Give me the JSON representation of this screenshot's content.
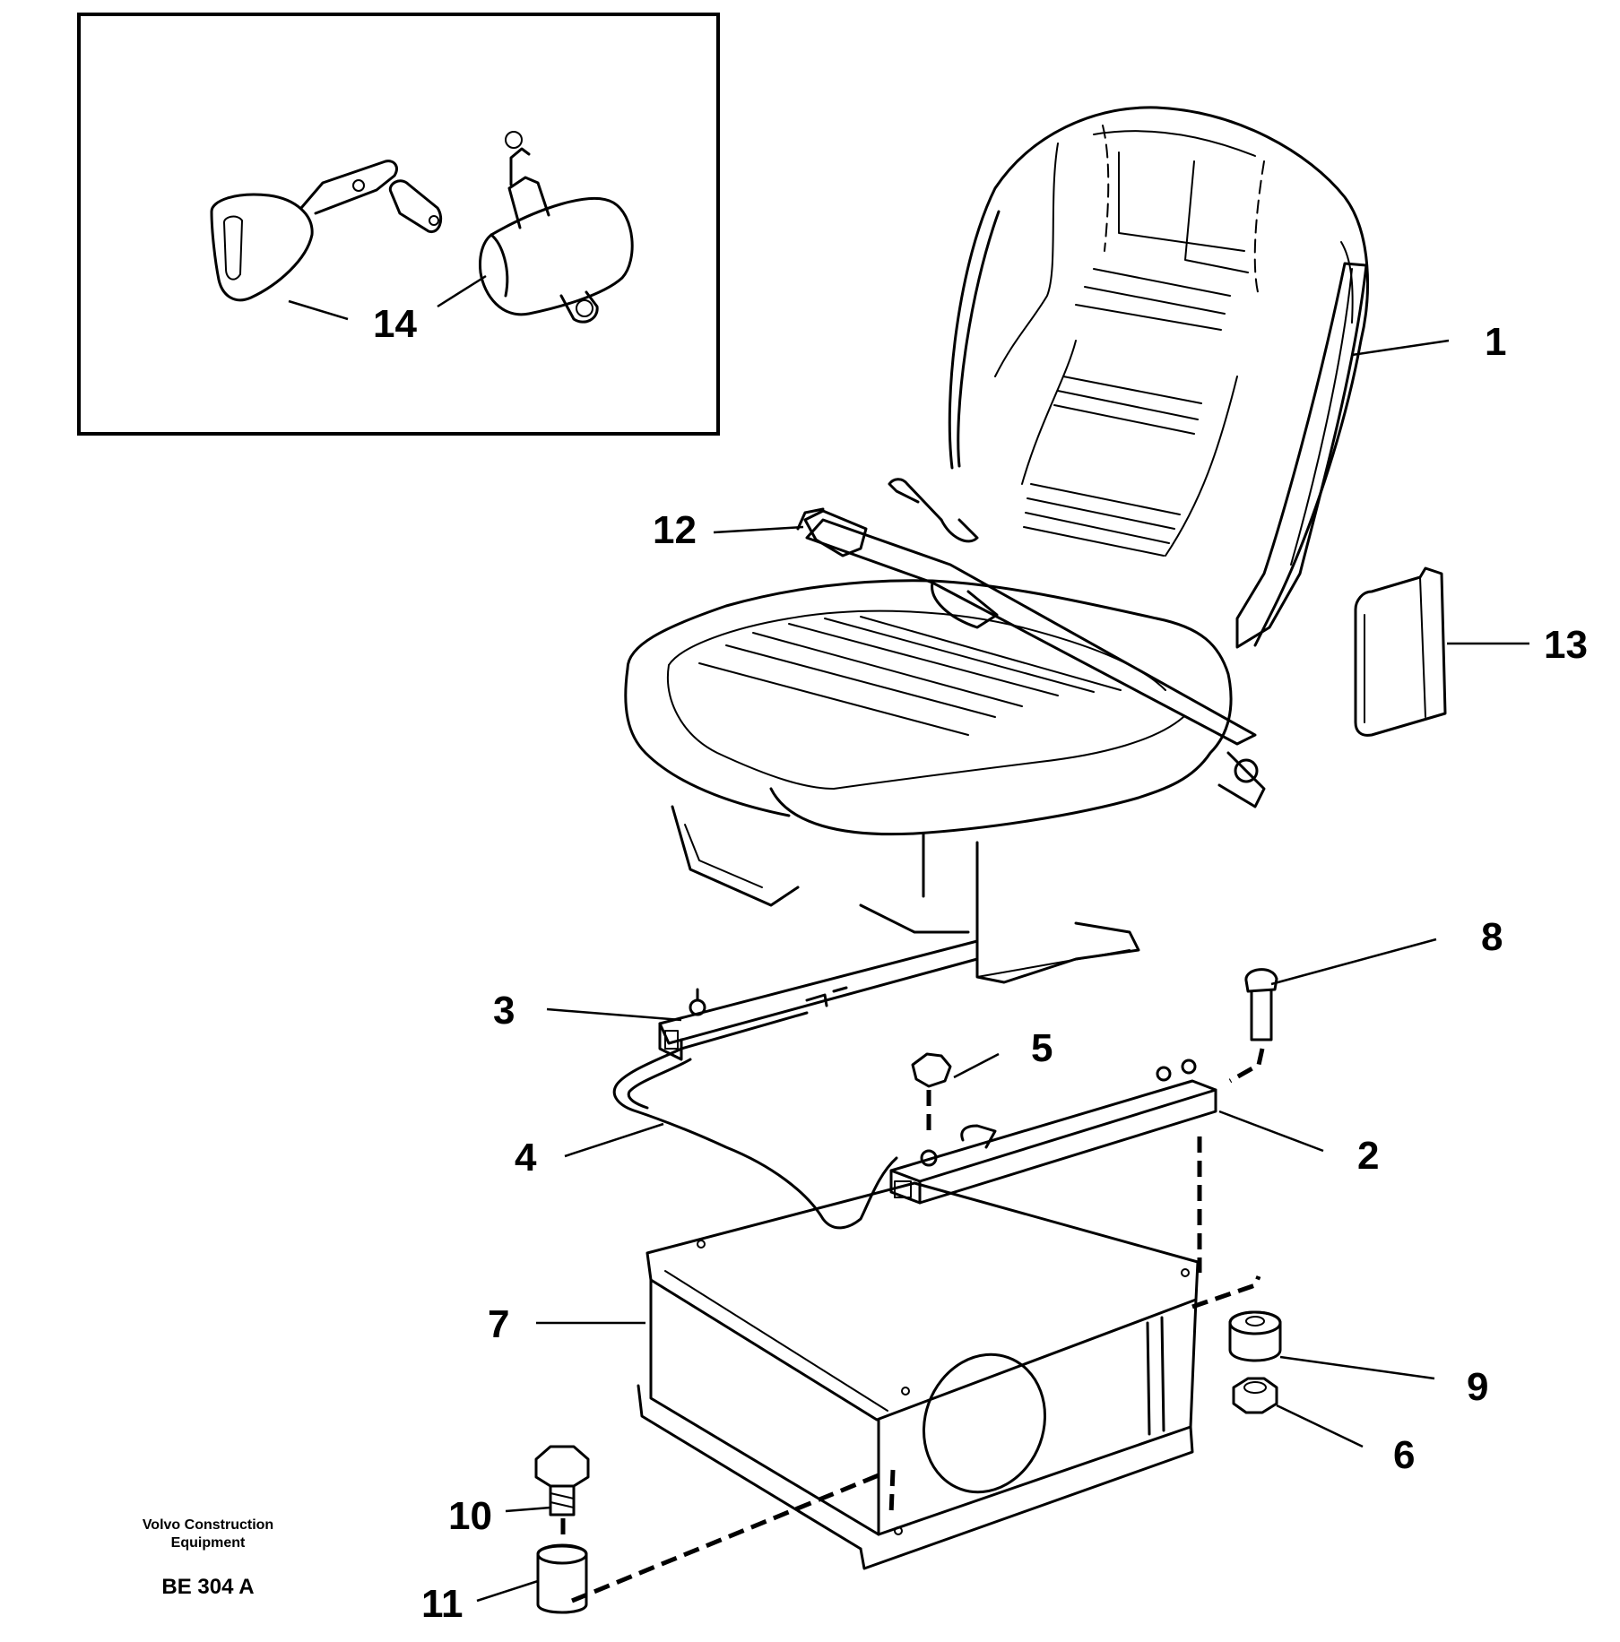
{
  "inset_label": "14",
  "callouts": [
    {
      "id": "1",
      "part": "seat"
    },
    {
      "id": "2",
      "part": "slide-rail-right"
    },
    {
      "id": "3",
      "part": "slide-rail-left"
    },
    {
      "id": "4",
      "part": "adjust-handle"
    },
    {
      "id": "5",
      "part": "nut"
    },
    {
      "id": "6",
      "part": "nut-lower"
    },
    {
      "id": "7",
      "part": "seat-base-box"
    },
    {
      "id": "8",
      "part": "screw"
    },
    {
      "id": "9",
      "part": "rubber-spacer"
    },
    {
      "id": "10",
      "part": "bolt"
    },
    {
      "id": "11",
      "part": "spacer"
    },
    {
      "id": "12",
      "part": "seat-belt"
    },
    {
      "id": "13",
      "part": "cover-plate"
    }
  ],
  "brand": {
    "line1": "Volvo Construction",
    "line2": "Equipment",
    "code": "BE 304 A"
  }
}
